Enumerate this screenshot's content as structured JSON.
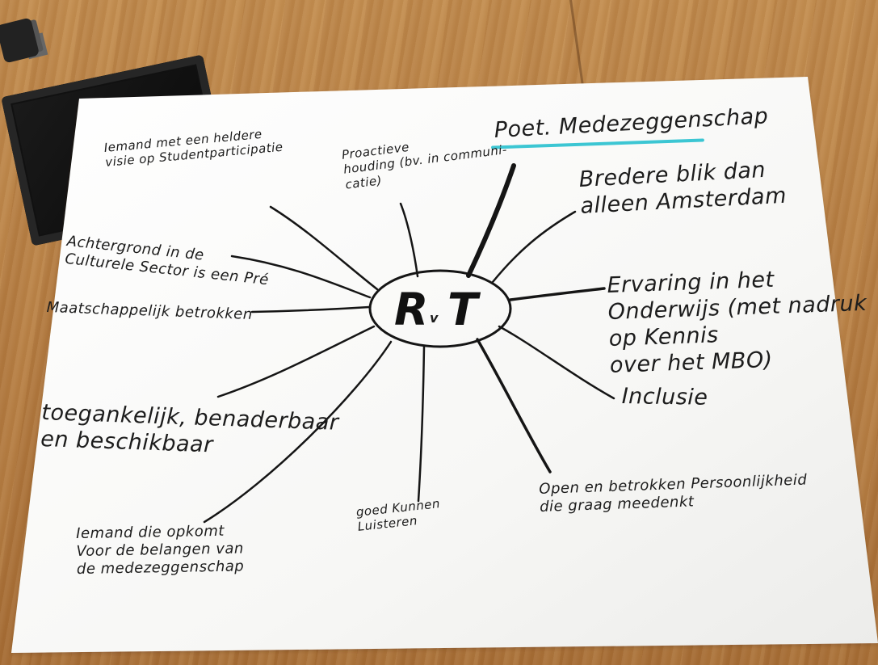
{
  "whiteboard": {
    "center": {
      "left": "R",
      "small": "v",
      "right": "T"
    },
    "notes": [
      "Iemand met een heldere\nvisie op Studentparticipatie",
      "Proactieve\nhouding (bv. in communi-\ncatie)",
      "Poet. Medezeggenschap",
      "Bredere blik dan\nalleen Amsterdam",
      "Achtergrond in de\nCulturele Sector is een Pré",
      "Maatschappelijk betrokken",
      "Ervaring in het\nOnderwijs (met nadruk op Kennis\nover het MBO)",
      "Inclusie",
      "toegankelijk, benaderbaar\nen beschikbaar",
      "Open en betrokken Persoonlijkheid\ndie graag meedenkt",
      "goed Kunnen\nLuisteren",
      "Iemand die opkomt\nVoor de belangen van\nde medezeggenschap"
    ]
  },
  "colors": {
    "ink": "#1c1c1c",
    "highlight": "#3cc6d3",
    "paper": "#f7f7f5",
    "table": "#b77f43"
  }
}
